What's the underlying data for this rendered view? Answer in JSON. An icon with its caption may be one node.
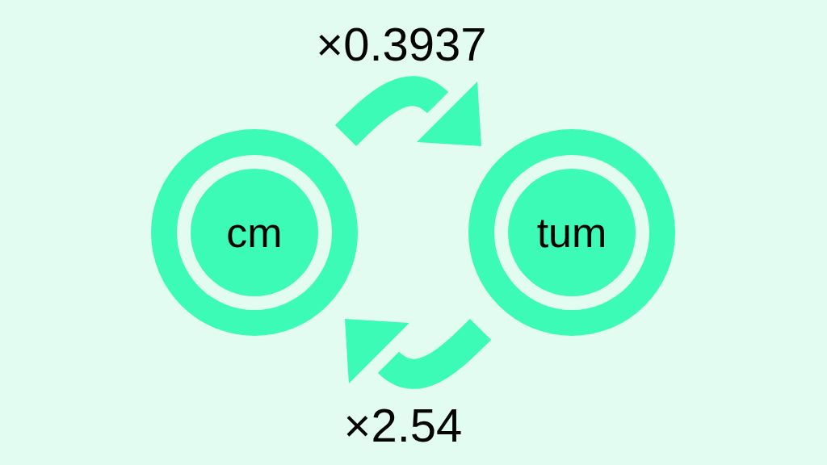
{
  "diagram": {
    "nodes": [
      {
        "text": [
          "cm"
        ]
      },
      {
        "text": [
          "tum"
        ]
      }
    ],
    "edges": [
      {
        "from": 0,
        "to": 1,
        "arrow": "to",
        "label": "×0.3937"
      },
      {
        "from": 1,
        "to": 0,
        "arrow": "to",
        "label": "×2.54"
      }
    ]
  }
}
